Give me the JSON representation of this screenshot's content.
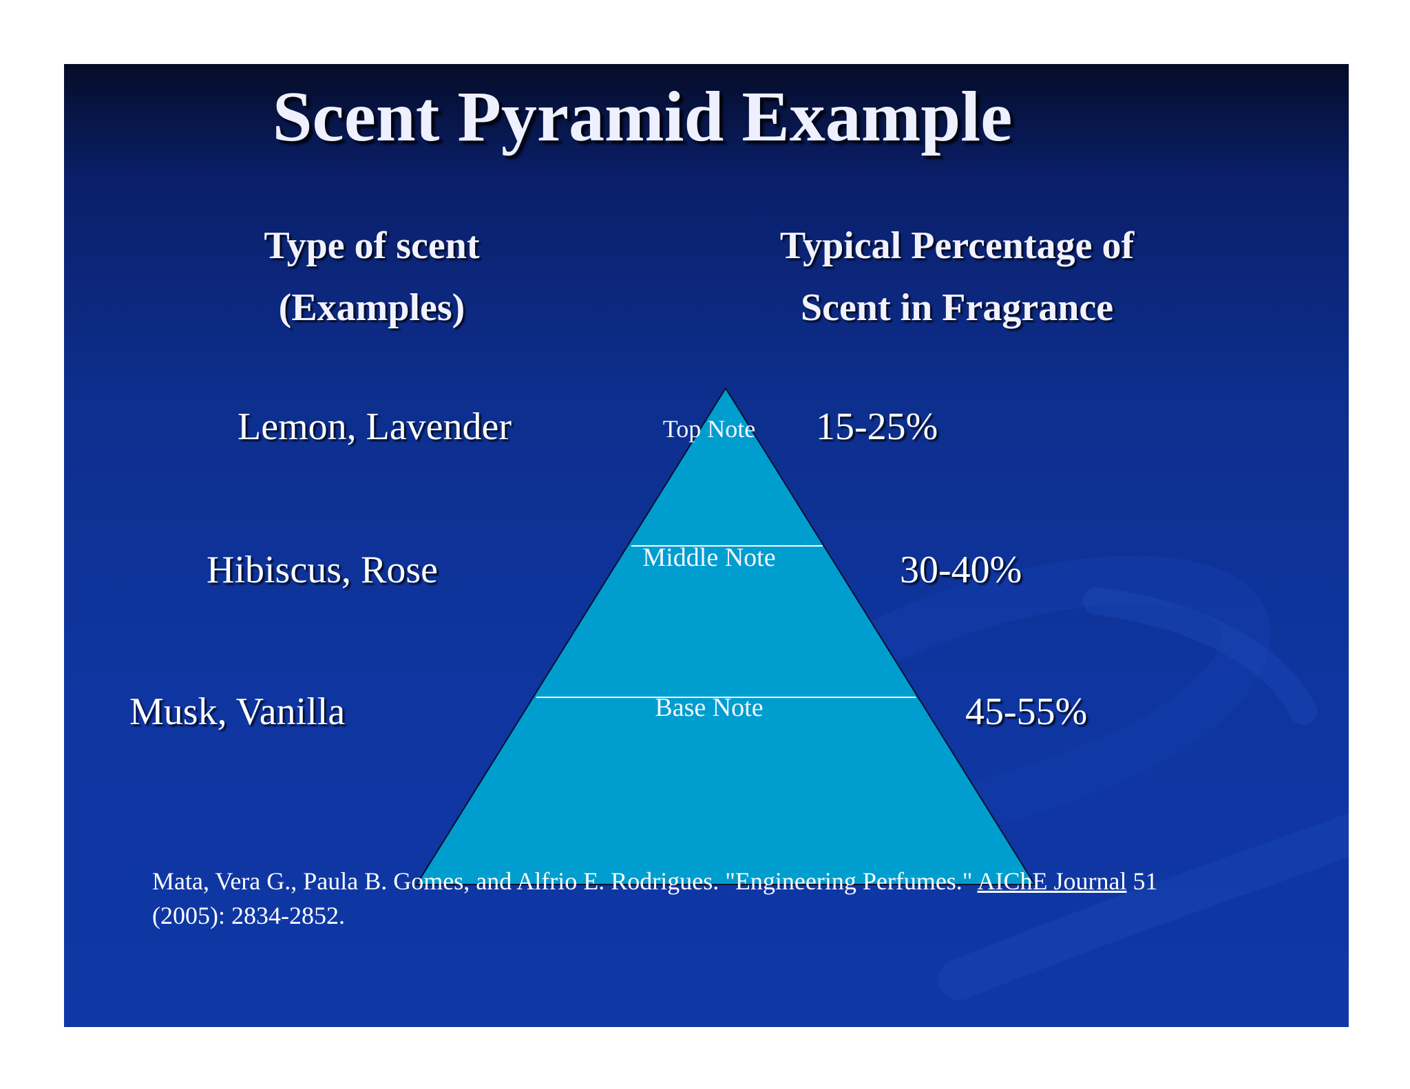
{
  "title": "Scent Pyramid Example",
  "columns": {
    "left_header_line1": "Type of scent",
    "left_header_line2": "(Examples)",
    "right_header_line1": "Typical Percentage of",
    "right_header_line2": "Scent in Fragrance"
  },
  "tiers": [
    {
      "examples": "Lemon, Lavender",
      "note": "Top Note",
      "percentage": "15-25%"
    },
    {
      "examples": "Hibiscus, Rose",
      "note": "Middle Note",
      "percentage": "30-40%"
    },
    {
      "examples": "Musk, Vanilla",
      "note": "Base Note",
      "percentage": "45-55%"
    }
  ],
  "citation": {
    "authors_and_title": "Mata, Vera G., Paula B. Gomes, and Alfrio E. Rodrigues. \"Engineering Perfumes.\"",
    "journal": "AIChE Journal",
    "details": "51 (2005): 2834-2852."
  },
  "colors": {
    "pyramid_fill": "#009dcf",
    "divider": "#ffffff",
    "text": "#ffffff"
  }
}
